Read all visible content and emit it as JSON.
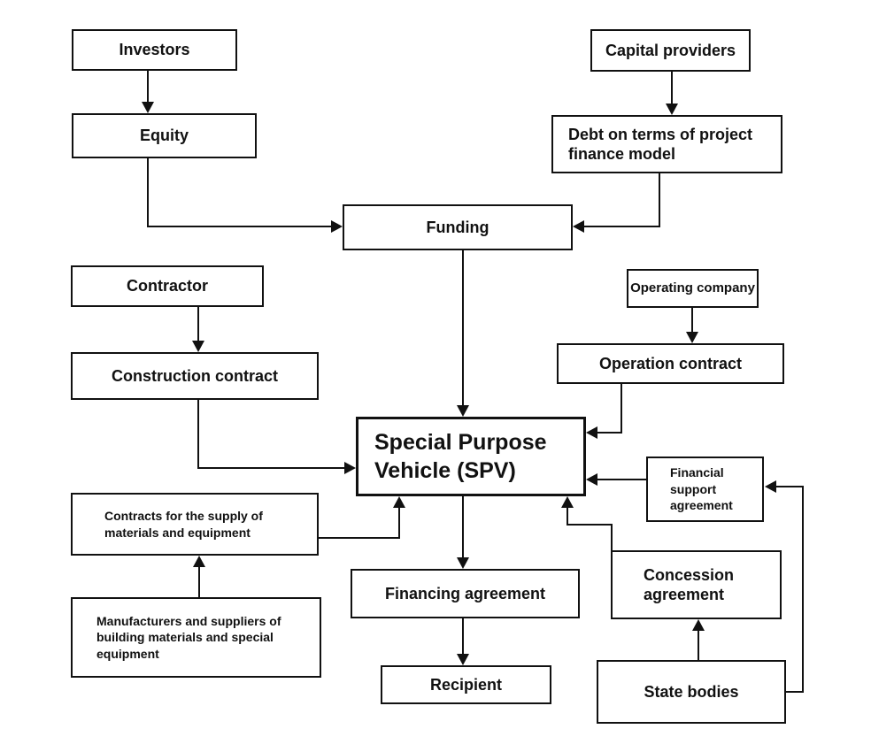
{
  "diagram": {
    "type": "flowchart",
    "colors": {
      "line": "#111111",
      "text": "#111111",
      "background": "#ffffff"
    },
    "nodes": {
      "investors": {
        "label": "Investors"
      },
      "capital_providers": {
        "label": "Capital providers"
      },
      "equity": {
        "label": "Equity"
      },
      "debt": {
        "label": "Debt on terms of project\nfinance model"
      },
      "funding": {
        "label": "Funding"
      },
      "contractor": {
        "label": "Contractor"
      },
      "operating_company": {
        "label": "Operating company"
      },
      "construction_contract": {
        "label": "Construction contract"
      },
      "operation_contract": {
        "label": "Operation contract"
      },
      "spv": {
        "label": "Special Purpose\nVehicle (SPV)"
      },
      "financial_support": {
        "label": "Financial\nsupport\nagreement"
      },
      "contracts_supply": {
        "label": "Contracts for the supply of\nmaterials and equipment"
      },
      "concession": {
        "label": "Concession\nagreement"
      },
      "financing_agreement": {
        "label": "Financing agreement"
      },
      "manufacturers": {
        "label": "Manufacturers and suppliers of\nbuilding materials and special\nequipment"
      },
      "recipient": {
        "label": "Recipient"
      },
      "state_bodies": {
        "label": "State bodies"
      }
    },
    "edges": [
      {
        "from": "investors",
        "to": "equity"
      },
      {
        "from": "equity",
        "to": "funding"
      },
      {
        "from": "capital_providers",
        "to": "debt"
      },
      {
        "from": "debt",
        "to": "funding"
      },
      {
        "from": "funding",
        "to": "spv"
      },
      {
        "from": "contractor",
        "to": "construction_contract"
      },
      {
        "from": "construction_contract",
        "to": "spv"
      },
      {
        "from": "operating_company",
        "to": "operation_contract"
      },
      {
        "from": "operation_contract",
        "to": "spv"
      },
      {
        "from": "financial_support",
        "to": "spv"
      },
      {
        "from": "contracts_supply",
        "to": "spv"
      },
      {
        "from": "manufacturers",
        "to": "contracts_supply"
      },
      {
        "from": "concession",
        "to": "spv"
      },
      {
        "from": "state_bodies",
        "to": "concession"
      },
      {
        "from": "state_bodies",
        "to": "financial_support"
      },
      {
        "from": "spv",
        "to": "financing_agreement"
      },
      {
        "from": "financing_agreement",
        "to": "recipient"
      }
    ]
  }
}
